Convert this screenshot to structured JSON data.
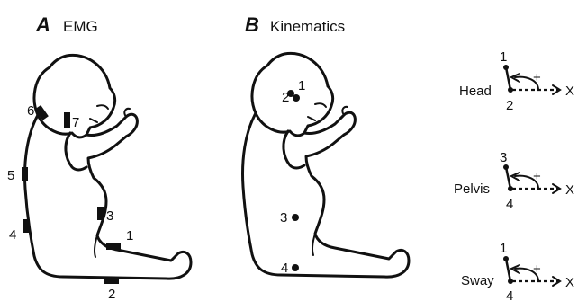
{
  "panels": {
    "a": {
      "letter": "A",
      "title": "EMG"
    },
    "b": {
      "letter": "B",
      "title": "Kinematics"
    }
  },
  "emg_electrodes": [
    "1",
    "2",
    "3",
    "4",
    "5",
    "6",
    "7"
  ],
  "kinematic_markers": [
    "1",
    "2",
    "3",
    "4"
  ],
  "angle_diagrams": [
    {
      "label": "Head",
      "top_num": "1",
      "bottom_num": "2",
      "sign": "+",
      "axis": "X"
    },
    {
      "label": "Pelvis",
      "top_num": "3",
      "bottom_num": "4",
      "sign": "+",
      "axis": "X"
    },
    {
      "label": "Sway",
      "top_num": "1",
      "bottom_num": "4",
      "sign": "+",
      "axis": "X"
    }
  ]
}
